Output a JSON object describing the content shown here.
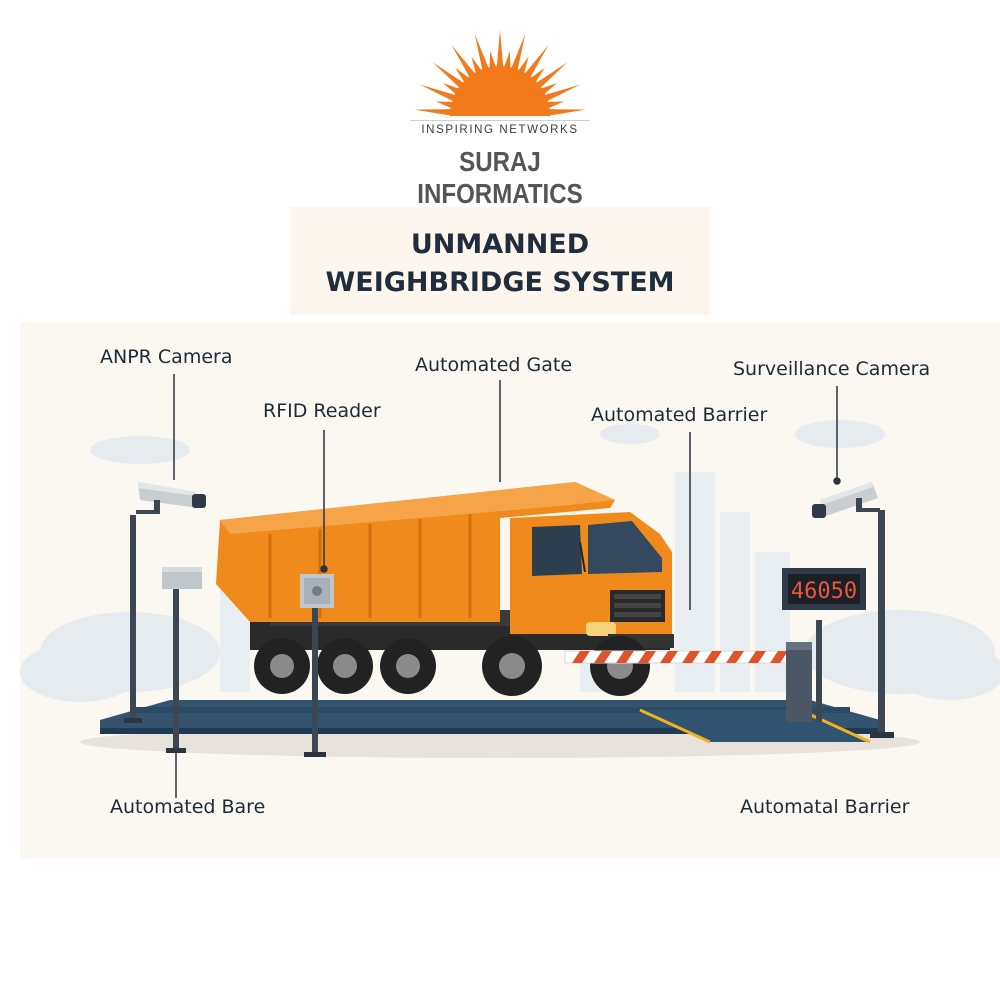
{
  "logo": {
    "tagline": "INSPIRING NETWORKS",
    "company": "SURAJ INFORMATICS",
    "sun_color": "#f27a1a"
  },
  "title": {
    "line1": "UNMANNED",
    "line2": "WEIGHBRIDGE SYSTEM"
  },
  "labels": {
    "anpr_camera": "ANPR Camera",
    "rfid_reader": "RFID Reader",
    "automated_gate": "Automated Gate",
    "automated_barrier": "Automated Barrier",
    "surveillance_camera": "Surveillance Camera",
    "automated_bare": "Automated Bare",
    "automatal_barrier": "Automatal Barrier"
  },
  "display": {
    "reading": "46050"
  },
  "colors": {
    "truck_body": "#f08a1c",
    "platform": "#2b4a66",
    "title_text": "#1f2d3d",
    "label_text": "#1c2b38",
    "barrier_red": "#e0522a"
  }
}
